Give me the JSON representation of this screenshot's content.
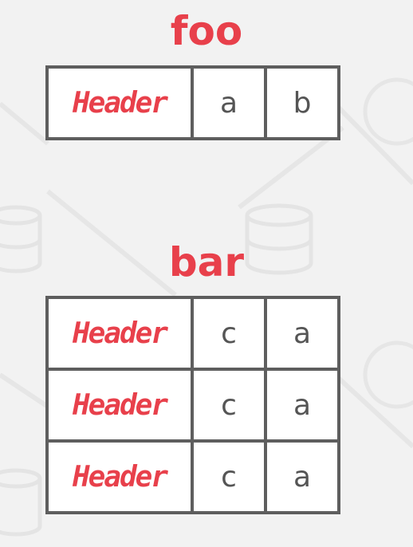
{
  "colors": {
    "accent": "#e8404b",
    "border": "#5e5e5e",
    "cell_text": "#555555",
    "background": "#f2f2f2"
  },
  "tables": {
    "foo": {
      "title": "foo",
      "rows": [
        {
          "header": "Header",
          "cells": [
            "a",
            "b"
          ]
        }
      ]
    },
    "bar": {
      "title": "bar",
      "rows": [
        {
          "header": "Header",
          "cells": [
            "c",
            "a"
          ]
        },
        {
          "header": "Header",
          "cells": [
            "c",
            "a"
          ]
        },
        {
          "header": "Header",
          "cells": [
            "c",
            "a"
          ]
        }
      ]
    }
  }
}
